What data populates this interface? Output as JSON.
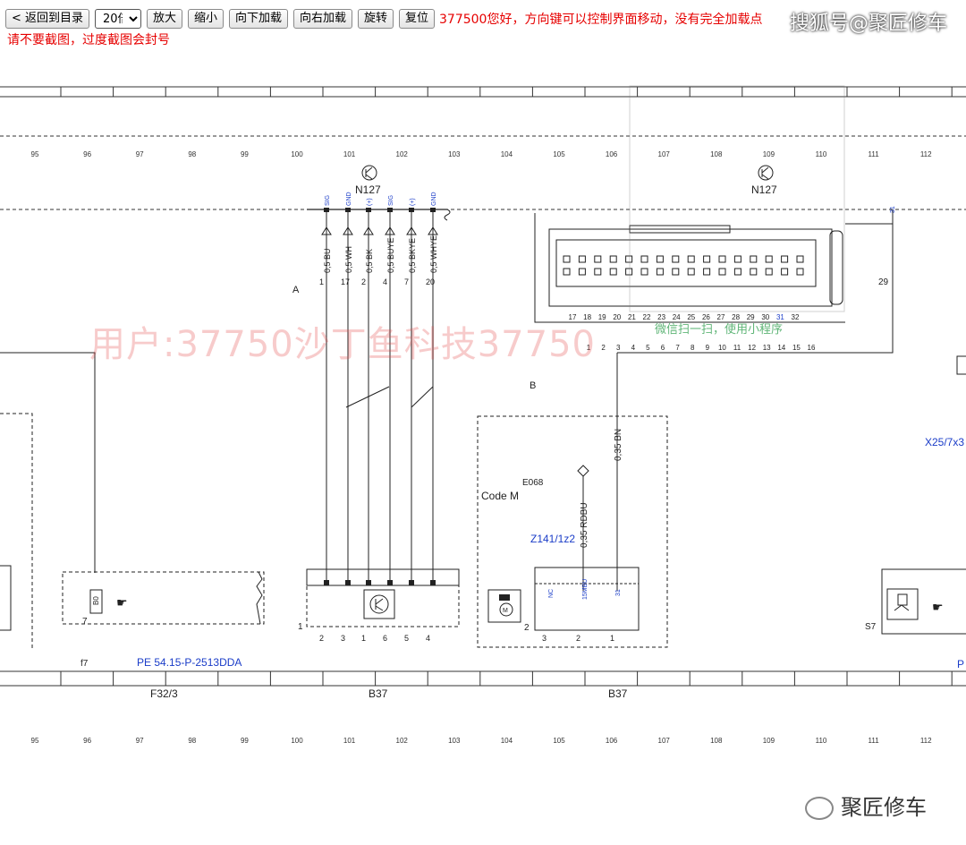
{
  "toolbar": {
    "back_label": "< 返回到目录",
    "zoom_options": [
      "20倍"
    ],
    "zoom_value": "20倍",
    "zoom_in_label": "放大",
    "zoom_out_label": "缩小",
    "load_down_label": "向下加载",
    "load_right_label": "向右加载",
    "rotate_label": "旋转",
    "reset_label": "复位",
    "message_line1": "377500您好，方向键可以控制界面移动，没有完全加载点",
    "message_line2": "请不要截图，过度截图会封号"
  },
  "watermarks": {
    "brand": "搜狐号@聚匠修车",
    "user": "用户:37750沙丁鱼科技37750",
    "bottom_brand": "聚匠修车",
    "scan_hint": "微信扫一扫，使用小程序"
  },
  "diagram": {
    "grid_top": [
      "95",
      "96",
      "97",
      "98",
      "99",
      "100",
      "101",
      "102",
      "103",
      "104",
      "105",
      "106",
      "107",
      "108",
      "109",
      "110",
      "111",
      "112"
    ],
    "grid_bottom": [
      "95",
      "96",
      "97",
      "98",
      "99",
      "100",
      "101",
      "102",
      "103",
      "104",
      "105",
      "106",
      "107",
      "108",
      "109",
      "110",
      "111",
      "112"
    ],
    "ground_left": "N127",
    "ground_right": "N127",
    "pin_signals": [
      "SIG",
      "GND",
      "(+)",
      "SIG",
      "(+)",
      "GND"
    ],
    "wires": [
      "0,5 BU",
      "0,5 WH",
      "0,5 BK",
      "0,5 BUYE",
      "0,5 BKYE",
      "0,5 WHYE"
    ],
    "wire_pins_top": [
      "1",
      "17",
      "2",
      "4",
      "7",
      "20"
    ],
    "label_A": "A",
    "label_B": "B",
    "connector_pins_top": [
      "17",
      "18",
      "19",
      "20",
      "21",
      "22",
      "23",
      "24",
      "25",
      "26",
      "27",
      "28",
      "29",
      "30",
      "31",
      "32"
    ],
    "connector_pins_bottom": [
      "1",
      "2",
      "3",
      "4",
      "5",
      "6",
      "7",
      "8",
      "9",
      "10",
      "11",
      "12",
      "13",
      "14",
      "15",
      "16"
    ],
    "pin_29": "29",
    "pin_31_top": "31",
    "wire_bn": "0,35 BN",
    "wire_rdbu": "0,35 RDBU",
    "code_label": "E068",
    "code_m": "Code M",
    "splice_ref": "Z141/1z2",
    "nc_pin": "NC",
    "mbu_pin": "15MBU",
    "pin_31": "31",
    "b37_pins": [
      "2",
      "3",
      "1",
      "6",
      "5",
      "4"
    ],
    "motor_pins": [
      "3",
      "2",
      "1"
    ],
    "left_pin": "1",
    "motor_pin2": "2",
    "f7_pin": "7",
    "f7_label": "f7",
    "b0_label": "B0",
    "pe_label": "PE 54.15-P-2513DDA",
    "s7_label": "S7",
    "x25_label": "X25/7x3",
    "p_label": "P",
    "comp_f32": "F32/3",
    "comp_b37a": "B37",
    "comp_b37b": "B37"
  }
}
